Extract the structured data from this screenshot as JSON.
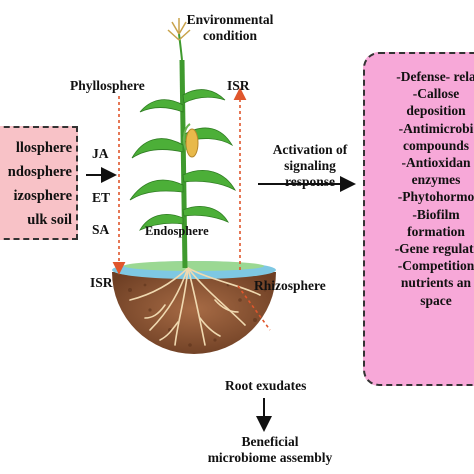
{
  "top_label": [
    "Environmental",
    "condition"
  ],
  "phyllosphere_label": "Phyllosphere",
  "isr_top_label": "ISR",
  "isr_bottom_label": "ISR",
  "hormones": [
    "JA",
    "ET",
    "SA"
  ],
  "endosphere_label": "Endosphere",
  "rhizosphere_label": "Rhizosphere",
  "root_exudates_label": "Root exudates",
  "bottom_label": [
    "Beneficial",
    "microbiome assembly"
  ],
  "activation_label": [
    "Activation of",
    "signaling",
    "response"
  ],
  "left_box_items": [
    "llosphere",
    "ndosphere",
    "izosphere",
    "ulk soil"
  ],
  "right_box_items": [
    "-Defense- rela",
    "-Callose",
    "deposition",
    "-Antimicrobi",
    "compounds",
    "-Antioxidan",
    "enzymes",
    "-Phytohormo",
    "-Biofilm",
    "formation",
    "-Gene regulati",
    "-Competition",
    "nutrients an",
    "space"
  ],
  "colors": {
    "left_box": "#f8c2c7",
    "right_box": "#f7a8d8",
    "soil": "#8a5434",
    "plant": "#3f9a2e",
    "dotted_arrow": "#e0562c",
    "surface": "#7ec8e3"
  }
}
